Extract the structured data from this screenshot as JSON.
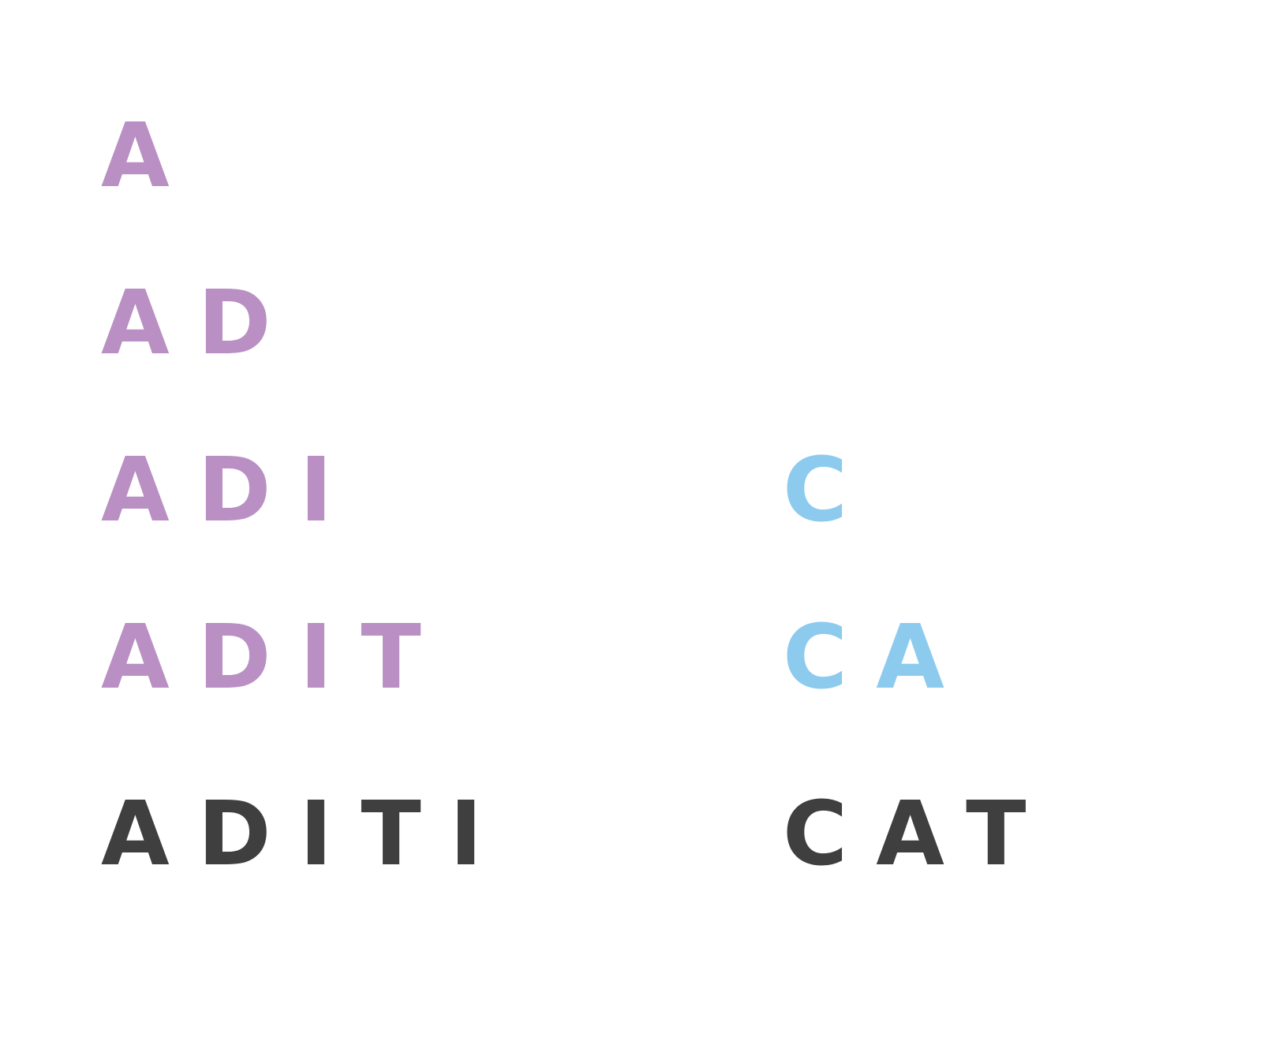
{
  "colors": {
    "purple": "#b98fc4",
    "blue": "#8ccbee",
    "dark": "#3f3f3f"
  },
  "left_column": {
    "words": [
      {
        "text": "A",
        "color": "purple"
      },
      {
        "text": "AD",
        "color": "purple"
      },
      {
        "text": "ADI",
        "color": "purple"
      },
      {
        "text": "ADIT",
        "color": "purple"
      },
      {
        "text": "ADITI",
        "color": "dark"
      }
    ]
  },
  "right_column": {
    "words": [
      {
        "text": "C",
        "color": "blue"
      },
      {
        "text": "CA",
        "color": "blue"
      },
      {
        "text": "CAT",
        "color": "dark"
      }
    ]
  }
}
